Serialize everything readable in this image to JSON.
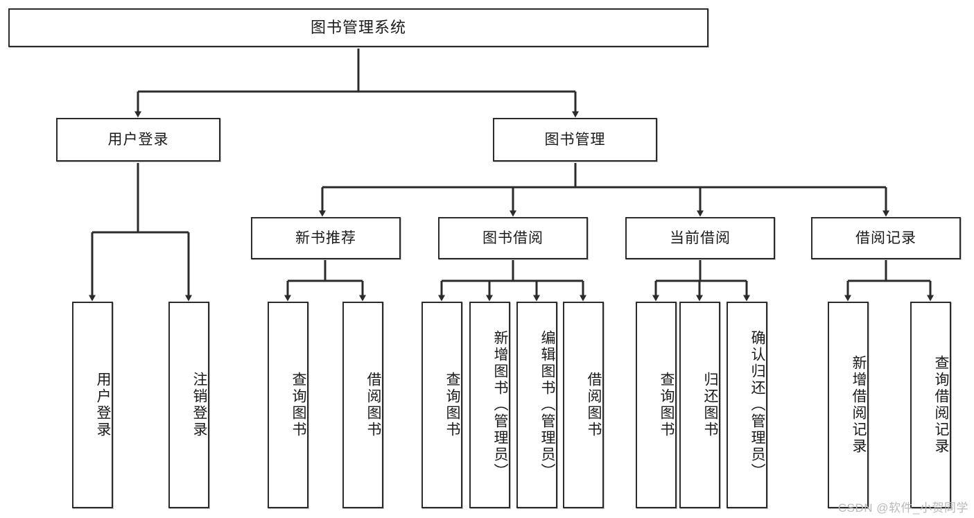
{
  "diagram": {
    "title": "图书管理系统",
    "type": "tree-hierarchy-chart",
    "watermark": "CSDN @软件_小贺同学",
    "colors": {
      "box_border": "#2b2b2b",
      "box_fill": "#ffffff",
      "edge": "#2b2b2b",
      "text": "#1a1a1a",
      "watermark": "#b9b9b9"
    }
  },
  "root": {
    "label": "图书管理系统"
  },
  "level2": [
    {
      "label": "用户登录"
    },
    {
      "label": "图书管理"
    }
  ],
  "level3": [
    {
      "label": "新书推荐"
    },
    {
      "label": "图书借阅"
    },
    {
      "label": "当前借阅"
    },
    {
      "label": "借阅记录"
    }
  ],
  "leaves": {
    "user_login": [
      {
        "label": "用户登录"
      },
      {
        "label": "注销登录"
      }
    ],
    "new_book_recommend": [
      {
        "label": "查询图书"
      },
      {
        "label": "借阅图书"
      }
    ],
    "book_borrow": [
      {
        "label": "查询图书"
      },
      {
        "label": "新增图书（管理员）"
      },
      {
        "label": "编辑图书（管理员）"
      },
      {
        "label": "借阅图书"
      }
    ],
    "current_borrow": [
      {
        "label": "查询图书"
      },
      {
        "label": "归还图书"
      },
      {
        "label": "确认归还（管理员）"
      }
    ],
    "borrow_record": [
      {
        "label": "新增借阅记录"
      },
      {
        "label": "查询借阅记录"
      }
    ]
  }
}
